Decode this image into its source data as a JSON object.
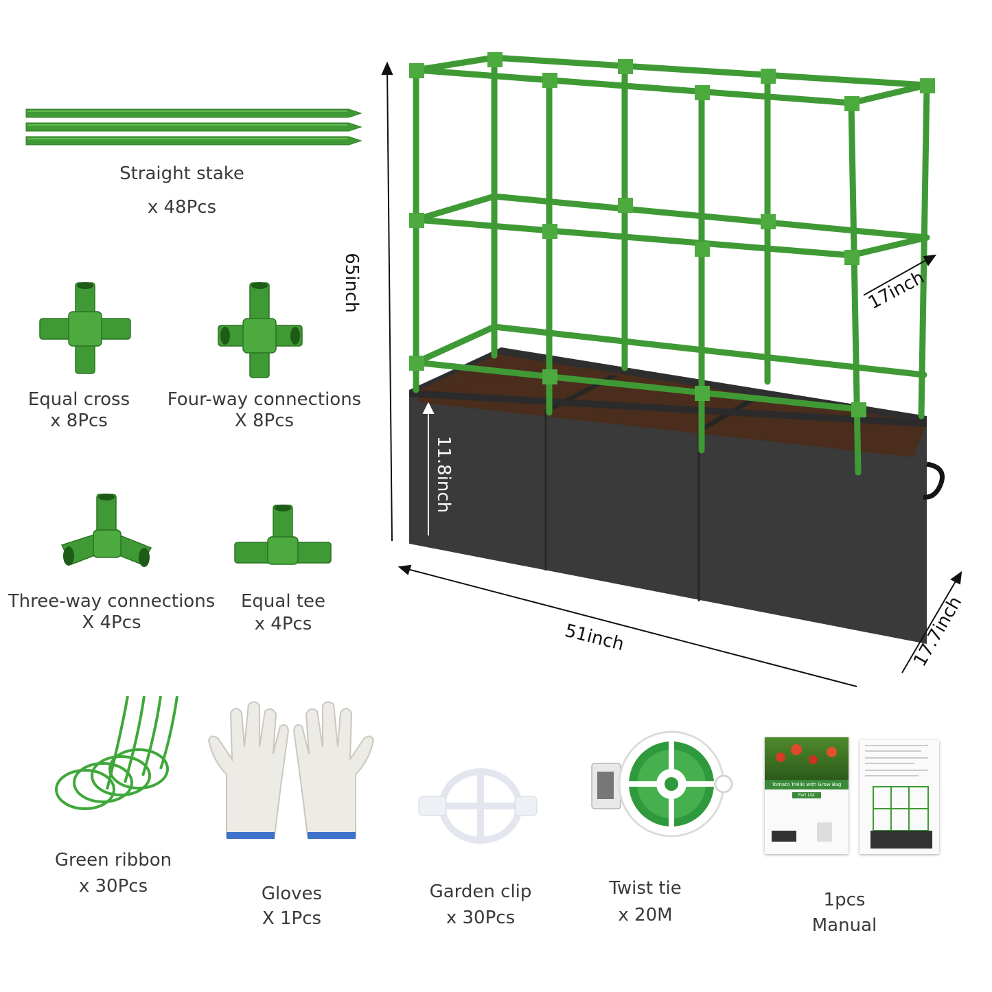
{
  "items": {
    "straight_stake": {
      "name": "Straight stake",
      "qty": "x 48Pcs"
    },
    "equal_cross": {
      "name": "Equal cross",
      "qty": "x 8Pcs"
    },
    "four_way": {
      "name": "Four-way connections",
      "qty": "X 8Pcs"
    },
    "three_way": {
      "name": "Three-way connections",
      "qty": "X 4Pcs"
    },
    "equal_tee": {
      "name": "Equal tee",
      "qty": "x 4Pcs"
    },
    "green_ribbon": {
      "name": "Green ribbon",
      "qty": "x 30Pcs"
    },
    "gloves": {
      "name": "Gloves",
      "qty": "X 1Pcs"
    },
    "garden_clip": {
      "name": "Garden clip",
      "qty": "x 30Pcs"
    },
    "twist_tie": {
      "name": "Twist tie",
      "qty": "x 20M"
    },
    "manual": {
      "qty": "1pcs",
      "name": "Manual"
    }
  },
  "dimensions": {
    "height": "65inch",
    "trellis_depth": "17inch",
    "bag_height": "11.8inch",
    "width": "51inch",
    "bag_depth": "17.7inch"
  },
  "manual_cover": {
    "title": "Tomato Trellis with Grow Bag",
    "section": "Part List"
  },
  "colors": {
    "pole_green": "#3f9a35",
    "bag_gray": "#3a3a3a",
    "soil_brown": "#4a2d1c"
  }
}
